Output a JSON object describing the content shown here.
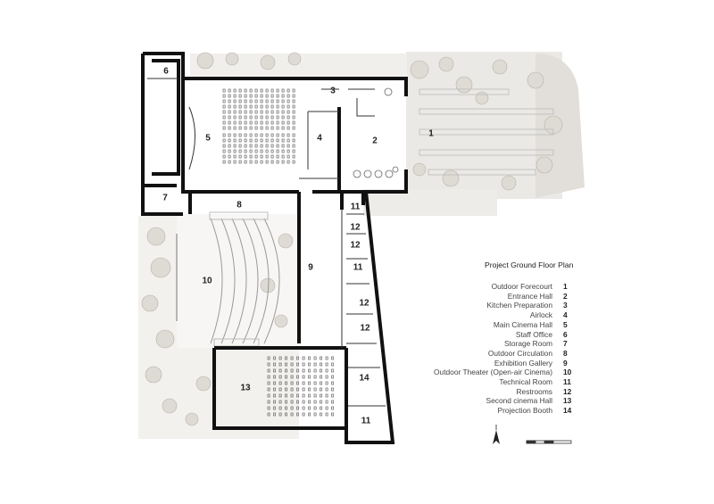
{
  "plan": {
    "title": "Project Ground Floor Plan",
    "room_numbers": {
      "forecourt": "1",
      "entrance": "2",
      "kitchen": "3",
      "airlock": "4",
      "main_cinema": "5",
      "staff": "6",
      "storage": "7",
      "circulation": "8",
      "gallery": "9",
      "outdoor_theater": "10",
      "technical_a": "11",
      "technical_b": "11",
      "technical_c": "11",
      "restroom_a": "12",
      "restroom_b": "12",
      "restroom_c": "12",
      "restroom_d": "12",
      "second_cinema": "13",
      "projection": "14"
    },
    "legend": [
      {
        "name": "Outdoor Forecourt",
        "num": "1"
      },
      {
        "name": "Entrance Hall",
        "num": "2"
      },
      {
        "name": "Kitchen Preparation",
        "num": "3"
      },
      {
        "name": "Airlock",
        "num": "4"
      },
      {
        "name": "Main Cinema Hall",
        "num": "5"
      },
      {
        "name": "Staff Office",
        "num": "6"
      },
      {
        "name": "Storage Room",
        "num": "7"
      },
      {
        "name": "Outdoor Circulation",
        "num": "8"
      },
      {
        "name": "Exhibition Gallery",
        "num": "9"
      },
      {
        "name": "Outdoor Theater (Open-air Cinema)",
        "num": "10"
      },
      {
        "name": "Technical Room",
        "num": "11"
      },
      {
        "name": "Restrooms",
        "num": "12"
      },
      {
        "name": "Second cinema Hall",
        "num": "13"
      },
      {
        "name": "Projection Booth",
        "num": "14"
      }
    ],
    "colors": {
      "wall": "#111111",
      "landscape": "#e8e6e2",
      "tree": "#bdb8b0",
      "paving": "#d9d6d0"
    },
    "icons": [
      "north-arrow-icon",
      "scale-bar-icon"
    ]
  }
}
